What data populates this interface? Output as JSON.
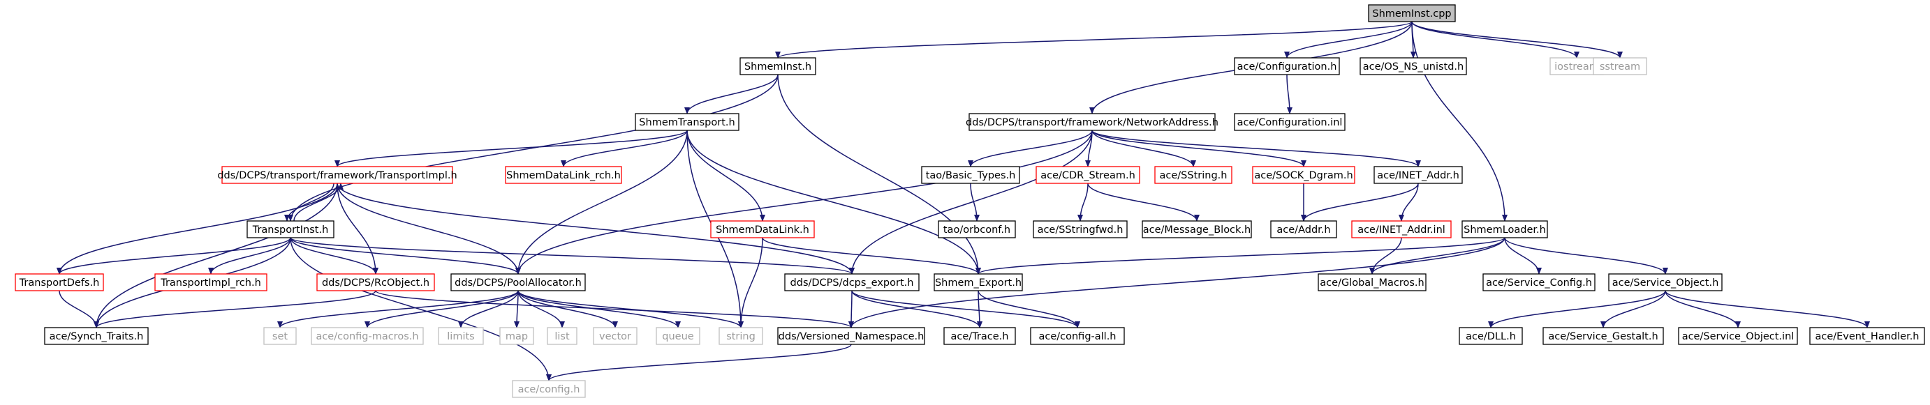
{
  "diagram": {
    "type": "include-dependency-graph",
    "colors": {
      "edge": "#191970",
      "node_border_found": "#000000",
      "node_border_has_more": "#ff0000",
      "node_border_system": "#bfbfbf",
      "root_fill": "#bfbfbf",
      "node_fill": "#ffffff"
    },
    "nodes": [
      {
        "id": "root",
        "label": "ShmemInst.cpp",
        "style": "root"
      },
      {
        "id": "shmeminst_h",
        "label": "ShmemInst.h",
        "style": "normal"
      },
      {
        "id": "ace_configuration_h",
        "label": "ace/Configuration.h",
        "style": "normal"
      },
      {
        "id": "ace_os_ns_unistd_h",
        "label": "ace/OS_NS_unistd.h",
        "style": "normal"
      },
      {
        "id": "iostream",
        "label": "iostream",
        "style": "missing"
      },
      {
        "id": "sstream",
        "label": "sstream",
        "style": "missing"
      },
      {
        "id": "shmemtransport_h",
        "label": "ShmemTransport.h",
        "style": "normal"
      },
      {
        "id": "networkaddress_h",
        "label": "dds/DCPS/transport/framework/NetworkAddress.h",
        "style": "normal"
      },
      {
        "id": "ace_configuration_inl",
        "label": "ace/Configuration.inl",
        "style": "normal"
      },
      {
        "id": "transportimpl_h",
        "label": "dds/DCPS/transport/framework/TransportImpl.h",
        "style": "red"
      },
      {
        "id": "shmemdatalink_rch_h",
        "label": "ShmemDataLink_rch.h",
        "style": "red"
      },
      {
        "id": "tao_basic_types_h",
        "label": "tao/Basic_Types.h",
        "style": "normal"
      },
      {
        "id": "ace_cdr_stream_h",
        "label": "ace/CDR_Stream.h",
        "style": "red"
      },
      {
        "id": "ace_sstring_h",
        "label": "ace/SString.h",
        "style": "red"
      },
      {
        "id": "ace_sock_dgram_h",
        "label": "ace/SOCK_Dgram.h",
        "style": "red"
      },
      {
        "id": "ace_inet_addr_h",
        "label": "ace/INET_Addr.h",
        "style": "normal"
      },
      {
        "id": "tao_orbconf_h",
        "label": "tao/orbconf.h",
        "style": "normal"
      },
      {
        "id": "ace_sstringfwd_h",
        "label": "ace/SStringfwd.h",
        "style": "normal"
      },
      {
        "id": "ace_message_block_h",
        "label": "ace/Message_Block.h",
        "style": "normal"
      },
      {
        "id": "ace_addr_h",
        "label": "ace/Addr.h",
        "style": "normal"
      },
      {
        "id": "ace_inet_addr_inl",
        "label": "ace/INET_Addr.inl",
        "style": "red"
      },
      {
        "id": "shmemloader_h",
        "label": "ShmemLoader.h",
        "style": "normal"
      },
      {
        "id": "transportinst_h",
        "label": "TransportInst.h",
        "style": "normal"
      },
      {
        "id": "shmemdatalink_h",
        "label": "ShmemDataLink.h",
        "style": "red"
      },
      {
        "id": "transportdefs_h",
        "label": "TransportDefs.h",
        "style": "red"
      },
      {
        "id": "transportimpl_rch_h",
        "label": "TransportImpl_rch.h",
        "style": "red"
      },
      {
        "id": "dds_rcobject_h",
        "label": "dds/DCPS/RcObject.h",
        "style": "red"
      },
      {
        "id": "dds_poolallocator_h",
        "label": "dds/DCPS/PoolAllocator.h",
        "style": "normal"
      },
      {
        "id": "dds_dcps_export_h",
        "label": "dds/DCPS/dcps_export.h",
        "style": "normal"
      },
      {
        "id": "shmem_export_h",
        "label": "Shmem_Export.h",
        "style": "normal"
      },
      {
        "id": "ace_global_macros_h",
        "label": "ace/Global_Macros.h",
        "style": "normal"
      },
      {
        "id": "ace_service_config_h",
        "label": "ace/Service_Config.h",
        "style": "normal"
      },
      {
        "id": "ace_service_object_h",
        "label": "ace/Service_Object.h",
        "style": "normal"
      },
      {
        "id": "ace_synch_traits_h",
        "label": "ace/Synch_Traits.h",
        "style": "normal"
      },
      {
        "id": "set",
        "label": "set",
        "style": "missing"
      },
      {
        "id": "ace_config_macros_h",
        "label": "ace/config-macros.h",
        "style": "missing"
      },
      {
        "id": "limits",
        "label": "limits",
        "style": "missing"
      },
      {
        "id": "map",
        "label": "map",
        "style": "missing"
      },
      {
        "id": "list",
        "label": "list",
        "style": "missing"
      },
      {
        "id": "vector",
        "label": "vector",
        "style": "missing"
      },
      {
        "id": "queue",
        "label": "queue",
        "style": "missing"
      },
      {
        "id": "string",
        "label": "string",
        "style": "missing"
      },
      {
        "id": "dds_versioned_namespace_h",
        "label": "dds/Versioned_Namespace.h",
        "style": "normal"
      },
      {
        "id": "ace_trace_h",
        "label": "ace/Trace.h",
        "style": "normal"
      },
      {
        "id": "ace_config_all_h",
        "label": "ace/config-all.h",
        "style": "normal"
      },
      {
        "id": "ace_dll_h",
        "label": "ace/DLL.h",
        "style": "normal"
      },
      {
        "id": "ace_service_gestalt_h",
        "label": "ace/Service_Gestalt.h",
        "style": "normal"
      },
      {
        "id": "ace_service_object_inl",
        "label": "ace/Service_Object.inl",
        "style": "normal"
      },
      {
        "id": "ace_event_handler_h",
        "label": "ace/Event_Handler.h",
        "style": "normal"
      },
      {
        "id": "ace_config_h",
        "label": "ace/config.h",
        "style": "missing"
      }
    ],
    "edges": [
      [
        "root",
        "shmeminst_h"
      ],
      [
        "root",
        "ace_configuration_h"
      ],
      [
        "root",
        "ace_os_ns_unistd_h"
      ],
      [
        "root",
        "iostream"
      ],
      [
        "root",
        "sstream"
      ],
      [
        "root",
        "networkaddress_h"
      ],
      [
        "root",
        "shmemloader_h"
      ],
      [
        "shmeminst_h",
        "shmemtransport_h"
      ],
      [
        "shmeminst_h",
        "transportinst_h"
      ],
      [
        "shmeminst_h",
        "shmem_export_h"
      ],
      [
        "ace_configuration_h",
        "ace_configuration_inl"
      ],
      [
        "shmemtransport_h",
        "transportimpl_h"
      ],
      [
        "shmemtransport_h",
        "shmemdatalink_rch_h"
      ],
      [
        "shmemtransport_h",
        "shmemdatalink_h"
      ],
      [
        "shmemtransport_h",
        "dds_poolallocator_h"
      ],
      [
        "shmemtransport_h",
        "shmem_export_h"
      ],
      [
        "shmemtransport_h",
        "string"
      ],
      [
        "networkaddress_h",
        "tao_basic_types_h"
      ],
      [
        "networkaddress_h",
        "ace_cdr_stream_h"
      ],
      [
        "networkaddress_h",
        "ace_sstring_h"
      ],
      [
        "networkaddress_h",
        "ace_sock_dgram_h"
      ],
      [
        "networkaddress_h",
        "ace_inet_addr_h"
      ],
      [
        "networkaddress_h",
        "dds_dcps_export_h"
      ],
      [
        "networkaddress_h",
        "dds_poolallocator_h"
      ],
      [
        "tao_basic_types_h",
        "tao_orbconf_h"
      ],
      [
        "ace_cdr_stream_h",
        "ace_sstringfwd_h"
      ],
      [
        "ace_cdr_stream_h",
        "ace_message_block_h"
      ],
      [
        "ace_sock_dgram_h",
        "ace_addr_h"
      ],
      [
        "ace_inet_addr_h",
        "ace_addr_h"
      ],
      [
        "ace_inet_addr_h",
        "ace_inet_addr_inl"
      ],
      [
        "ace_inet_addr_inl",
        "ace_global_macros_h"
      ],
      [
        "transportimpl_h",
        "transportinst_h"
      ],
      [
        "transportimpl_h",
        "transportdefs_h"
      ],
      [
        "transportimpl_h",
        "dds_rcobject_h"
      ],
      [
        "transportimpl_h",
        "dds_poolallocator_h"
      ],
      [
        "transportimpl_h",
        "dds_dcps_export_h"
      ],
      [
        "transportimpl_h",
        "ace_synch_traits_h"
      ],
      [
        "transportinst_h",
        "transportimpl_h"
      ],
      [
        "transportinst_h",
        "transportdefs_h"
      ],
      [
        "transportinst_h",
        "transportimpl_rch_h"
      ],
      [
        "transportinst_h",
        "dds_rcobject_h"
      ],
      [
        "transportinst_h",
        "dds_poolallocator_h"
      ],
      [
        "transportinst_h",
        "dds_dcps_export_h"
      ],
      [
        "transportinst_h",
        "ace_synch_traits_h"
      ],
      [
        "transportinst_h",
        "ace_config_h"
      ],
      [
        "shmemdatalink_h",
        "shmem_export_h"
      ],
      [
        "shmemdatalink_h",
        "string"
      ],
      [
        "transportdefs_h",
        "ace_synch_traits_h"
      ],
      [
        "dds_rcobject_h",
        "ace_synch_traits_h"
      ],
      [
        "dds_rcobject_h",
        "dds_versioned_namespace_h"
      ],
      [
        "dds_poolallocator_h",
        "set"
      ],
      [
        "dds_poolallocator_h",
        "ace_config_macros_h"
      ],
      [
        "dds_poolallocator_h",
        "limits"
      ],
      [
        "dds_poolallocator_h",
        "map"
      ],
      [
        "dds_poolallocator_h",
        "list"
      ],
      [
        "dds_poolallocator_h",
        "vector"
      ],
      [
        "dds_poolallocator_h",
        "queue"
      ],
      [
        "dds_poolallocator_h",
        "string"
      ],
      [
        "dds_dcps_export_h",
        "dds_versioned_namespace_h"
      ],
      [
        "dds_dcps_export_h",
        "ace_trace_h"
      ],
      [
        "dds_dcps_export_h",
        "ace_config_all_h"
      ],
      [
        "shmem_export_h",
        "ace_trace_h"
      ],
      [
        "shmem_export_h",
        "ace_config_all_h"
      ],
      [
        "dds_versioned_namespace_h",
        "ace_config_h"
      ],
      [
        "shmemloader_h",
        "shmem_export_h"
      ],
      [
        "shmemloader_h",
        "ace_global_macros_h"
      ],
      [
        "shmemloader_h",
        "ace_service_config_h"
      ],
      [
        "shmemloader_h",
        "ace_service_object_h"
      ],
      [
        "shmemloader_h",
        "dds_versioned_namespace_h"
      ],
      [
        "ace_service_object_h",
        "ace_dll_h"
      ],
      [
        "ace_service_object_h",
        "ace_service_gestalt_h"
      ],
      [
        "ace_service_object_h",
        "ace_service_object_inl"
      ],
      [
        "ace_service_object_h",
        "ace_event_handler_h"
      ]
    ]
  }
}
